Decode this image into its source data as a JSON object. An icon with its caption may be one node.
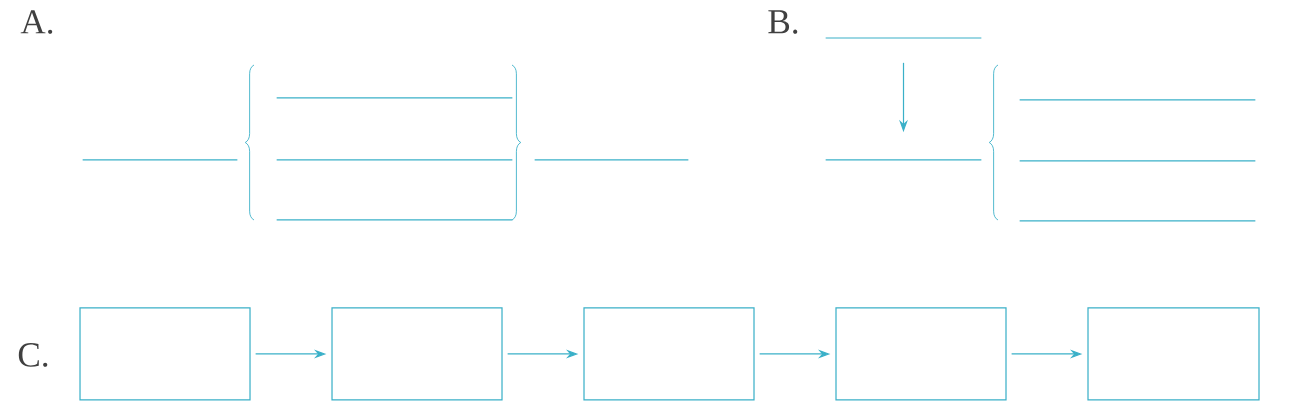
{
  "diagram": {
    "nodes": [
      {
        "text": [],
        "shape": "line"
      },
      {
        "text": [],
        "shape": "line"
      },
      {
        "text": [],
        "shape": "line"
      },
      {
        "text": [],
        "shape": "line"
      },
      {
        "text": [],
        "shape": "line"
      },
      {
        "text": [],
        "shape": "line"
      },
      {
        "text": [],
        "shape": "line"
      },
      {
        "text": [],
        "shape": "line"
      },
      {
        "text": [],
        "shape": "line"
      },
      {
        "text": [],
        "shape": "line"
      },
      {
        "text": [],
        "shape": "box"
      },
      {
        "text": [],
        "shape": "box"
      },
      {
        "text": [],
        "shape": "box"
      },
      {
        "text": [],
        "shape": "box"
      },
      {
        "text": [],
        "shape": "box"
      }
    ],
    "edges": [
      {
        "from": 5,
        "to": 6,
        "arrow": "to"
      },
      {
        "from": 10,
        "to": 11,
        "arrow": "to"
      },
      {
        "from": 11,
        "to": 12,
        "arrow": "to"
      },
      {
        "from": 12,
        "to": 13,
        "arrow": "to"
      },
      {
        "from": 13,
        "to": 14,
        "arrow": "to"
      }
    ],
    "labels": [
      "A.",
      "B.",
      "C."
    ]
  }
}
